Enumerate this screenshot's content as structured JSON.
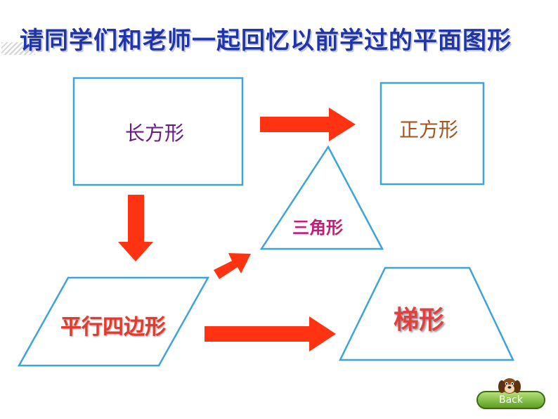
{
  "title": "请同学们和老师一起回忆以前学过的平面图形",
  "shapes": {
    "rectangle": "长方形",
    "square": "正方形",
    "triangle": "三角形",
    "parallelogram": "平行四边形",
    "trapezoid": "梯形"
  },
  "back_button": {
    "label": "Back"
  },
  "colors": {
    "title": "#1f35a8",
    "shape_outline": "#3ca3db",
    "arrow": "#ff3311"
  },
  "icons": [
    "dog-icon"
  ]
}
